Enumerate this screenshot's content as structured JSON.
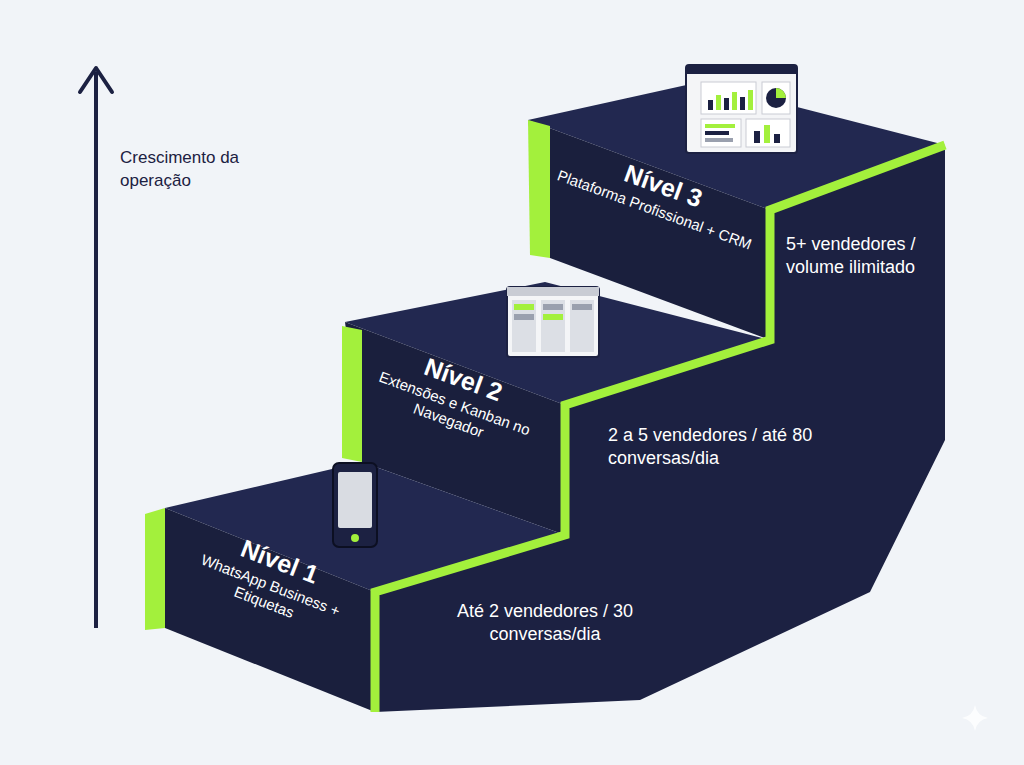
{
  "diagram": {
    "nodes": [
      {
        "text": [
          "Nível 1",
          "WhatsApp Business + Etiquetas"
        ]
      },
      {
        "text": [
          "Nível 2",
          "Extensões e Kanban no Navegador"
        ]
      },
      {
        "text": [
          "Nível 3",
          "Plataforma Profissional + CRM"
        ]
      }
    ],
    "labels": [
      "Crescimento da operação",
      "Até 2 vendedores / 30 conversas/dia",
      "2 a 5 vendedores / até 80 conversas/dia",
      "5+ vendedores / volume ilimitado"
    ]
  }
}
